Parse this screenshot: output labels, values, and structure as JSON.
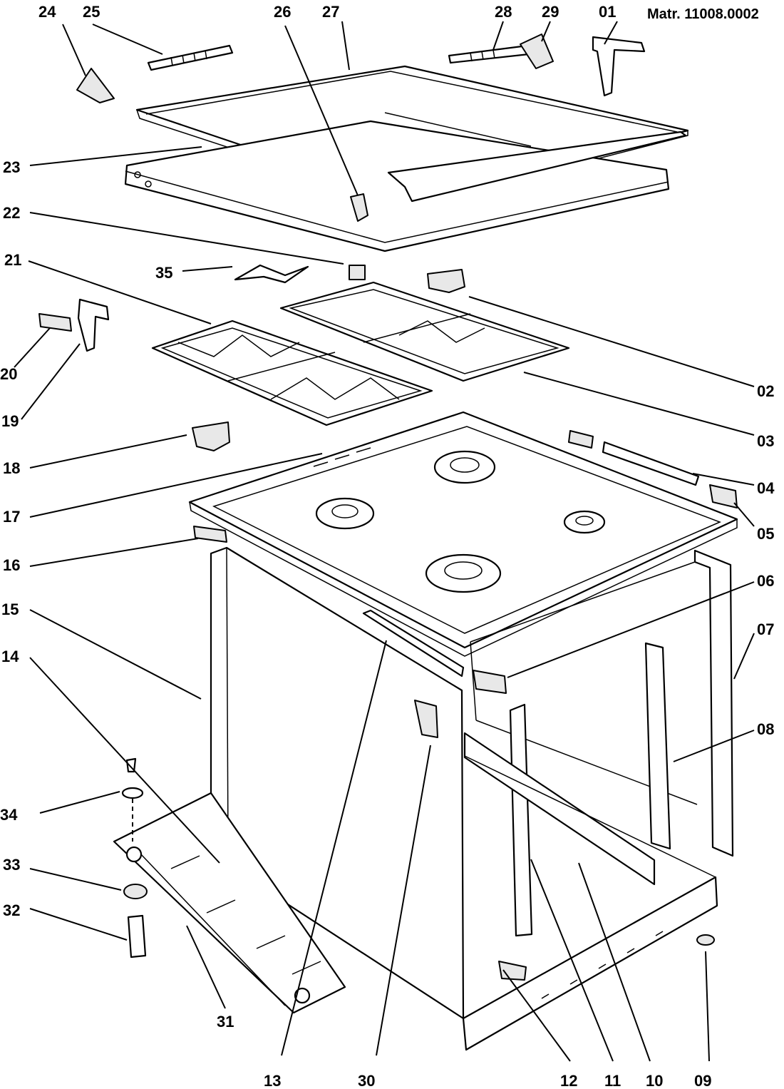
{
  "drawing": {
    "reference": "Matr. 11008.0002"
  },
  "callouts": {
    "c01": "01",
    "c02": "02",
    "c03": "03",
    "c04": "04",
    "c05": "05",
    "c06": "06",
    "c07": "07",
    "c08": "08",
    "c09": "09",
    "c10": "10",
    "c11": "11",
    "c12": "12",
    "c13": "13",
    "c14": "14",
    "c15": "15",
    "c16": "16",
    "c17": "17",
    "c18": "18",
    "c19": "19",
    "c20": "20",
    "c21": "21",
    "c22": "22",
    "c23": "23",
    "c24": "24",
    "c25": "25",
    "c26": "26",
    "c27": "27",
    "c28": "28",
    "c29": "29",
    "c30": "30",
    "c31": "31",
    "c32": "32",
    "c33": "33",
    "c34": "34",
    "c35": "35"
  }
}
